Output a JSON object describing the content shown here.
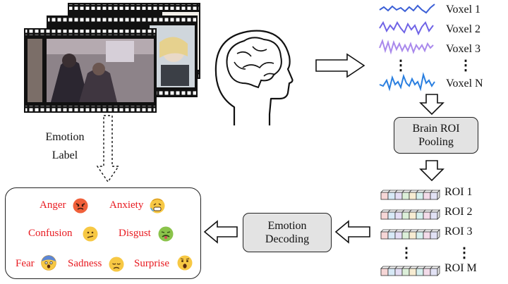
{
  "emotion_label": [
    "Emotion",
    "Label"
  ],
  "voxels": [
    "Voxel 1",
    "Voxel 2",
    "Voxel 3",
    "Voxel N"
  ],
  "vertical_ellipsis": "⋮",
  "brain_roi_pooling": [
    "Brain ROI",
    "Pooling"
  ],
  "rois": [
    "ROI 1",
    "ROI 2",
    "ROI 3",
    "ROI M"
  ],
  "emotion_decoding": [
    "Emotion",
    "Decoding"
  ],
  "emotions": [
    "Anger",
    "Anxiety",
    "Confusion",
    "Disgust",
    "Fear",
    "Sadness",
    "Surprise"
  ],
  "colors": {
    "emotion_text": "#e8191f",
    "voxel_lines": [
      "#3b5fd6",
      "#6f63e6",
      "#a989ec",
      "#2a7fe0"
    ],
    "box_fill": "#e3e3e3",
    "roi_cells": [
      "#f6d6d6",
      "#d7e9f6",
      "#e4ddf4",
      "#dcefd9",
      "#f7ecd2",
      "#d6f0ee",
      "#f3dbe9",
      "#e2e2f5"
    ]
  }
}
